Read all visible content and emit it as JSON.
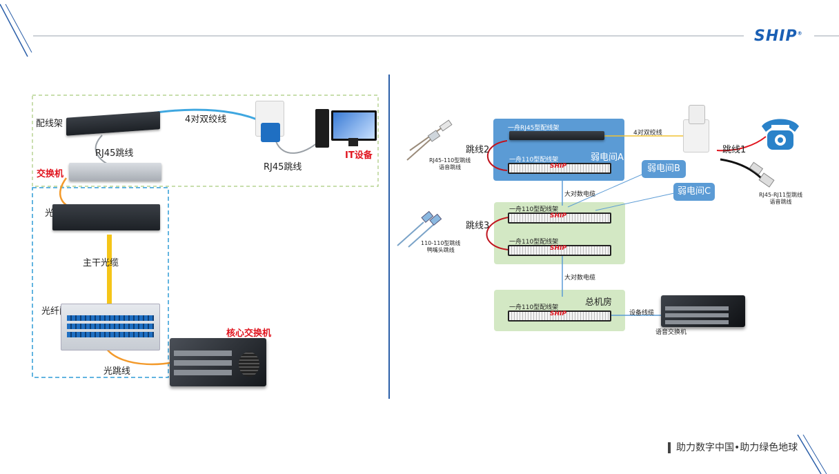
{
  "brand": {
    "logo": "SHIP",
    "registered": "®",
    "color": "#1a5fb4"
  },
  "footer": {
    "slogan": "助力数字中国•助力绿色地球"
  },
  "left_diagram": {
    "patch_panel": "配线架",
    "twisted_pair": "4对双绞线",
    "rj45_jumper_1": "RJ45跳线",
    "rj45_jumper_2": "RJ45跳线",
    "it_device": "IT设备",
    "switch": "交换机",
    "fiber_jumper_1": "光跳线",
    "trunk_cable": "主干光缆",
    "fiber_patch_panel": "光纤配线架",
    "core_switch": "核心交换机",
    "fiber_jumper_2": "光跳线"
  },
  "right_diagram": {
    "rj45_panel": "一舟RJ45型配线架",
    "panel_110_a": "一舟110型配线架",
    "room_a": "弱电间A",
    "room_b": "弱电间B",
    "room_c": "弱电间C",
    "twisted_pair": "4对双绞线",
    "jumper_1": "跳线1",
    "jumper_2": "跳线2",
    "jumper_3": "跳线3",
    "rj45_110_jumper": "RJ45-110型跳线\n语音跳线",
    "rj45_rj11_jumper": "RJ45-RJ11型跳线\n语音跳线",
    "big_cable_1": "大对数电缆",
    "big_cable_2": "大对数电缆",
    "panel_110_b1": "一舟110型配线架",
    "panel_110_b2": "一舟110型配线架",
    "jumper_110_110": "110-110型跳线\n鸭嘴头跳线",
    "main_room": "总机房",
    "panel_110_main": "一舟110型配线架",
    "device_cable": "设备线缆",
    "voice_switch": "语音交换机",
    "panel_brand": "SHIP"
  }
}
